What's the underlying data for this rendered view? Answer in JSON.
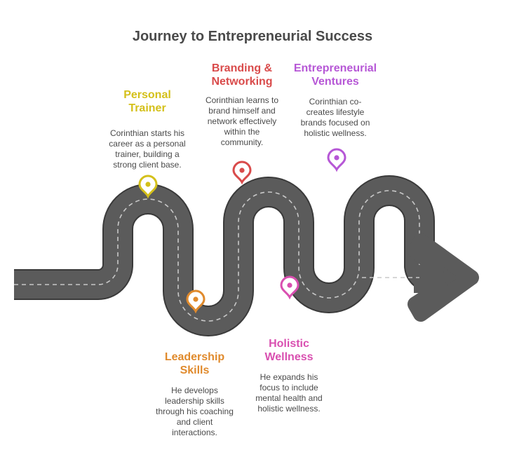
{
  "title": "Journey to Entrepreneurial Success",
  "stages": [
    {
      "id": "personal-trainer",
      "heading": "Personal\nTrainer",
      "description": "Corinthian starts his\ncareer as a personal\ntrainer, building a\nstrong client base.",
      "color": "#d4c01a"
    },
    {
      "id": "branding-networking",
      "heading": "Branding &\nNetworking",
      "description": "Corinthian learns to\nbrand himself and\nnetwork effectively\nwithin the\ncommunity.",
      "color": "#d94b4b"
    },
    {
      "id": "entrepreneurial-ventures",
      "heading": "Entrepreneurial\nVentures",
      "description": "Corinthian co-\ncreates lifestyle\nbrands focused on\nholistic wellness.",
      "color": "#b657d6"
    },
    {
      "id": "leadership-skills",
      "heading": "Leadership\nSkills",
      "description": "He develops\nleadership skills\nthrough his coaching\nand client\ninteractions.",
      "color": "#e08a2c"
    },
    {
      "id": "holistic-wellness",
      "heading": "Holistic\nWellness",
      "description": "He expands his\nfocus to include\nmental health and\nholistic wellness.",
      "color": "#d94fb0"
    }
  ],
  "road_color": "#5b5b5b",
  "road_edge_color": "#3a3a3a",
  "lane_color": "#c8c8c8"
}
